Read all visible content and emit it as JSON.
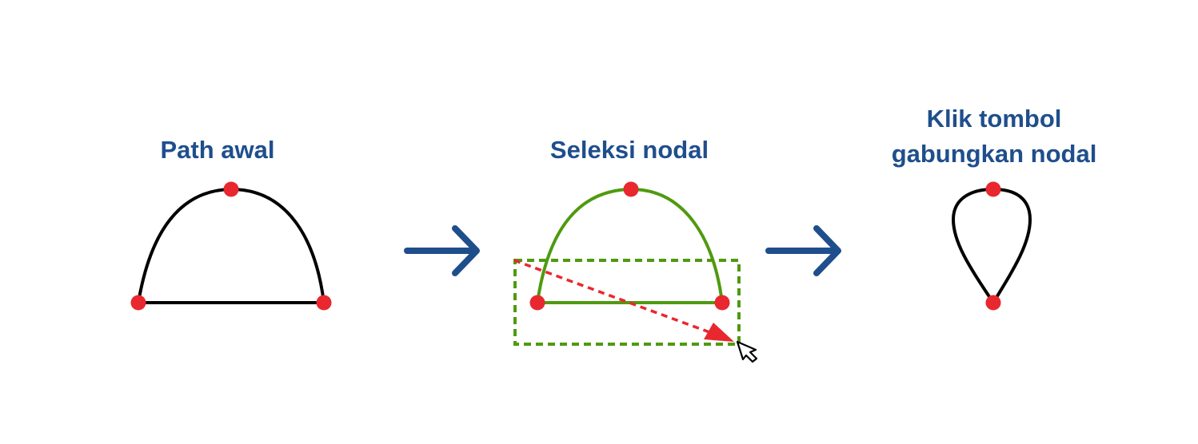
{
  "steps": [
    {
      "label": "Path awal"
    },
    {
      "label": "Seleksi nodal"
    },
    {
      "label_line1": "Klik tombol",
      "label_line2": "gabungkan nodal"
    }
  ],
  "colors": {
    "title_text": "#1f4e8c",
    "arrow": "#1f4e8c",
    "path": "#000000",
    "selected_path": "#4f9a10",
    "node": "#e8282e",
    "selection_box": "#4f9a10",
    "drag_arrow": "#e8282e"
  },
  "icons": [
    "right-arrow-icon",
    "cursor-pointer-icon"
  ]
}
